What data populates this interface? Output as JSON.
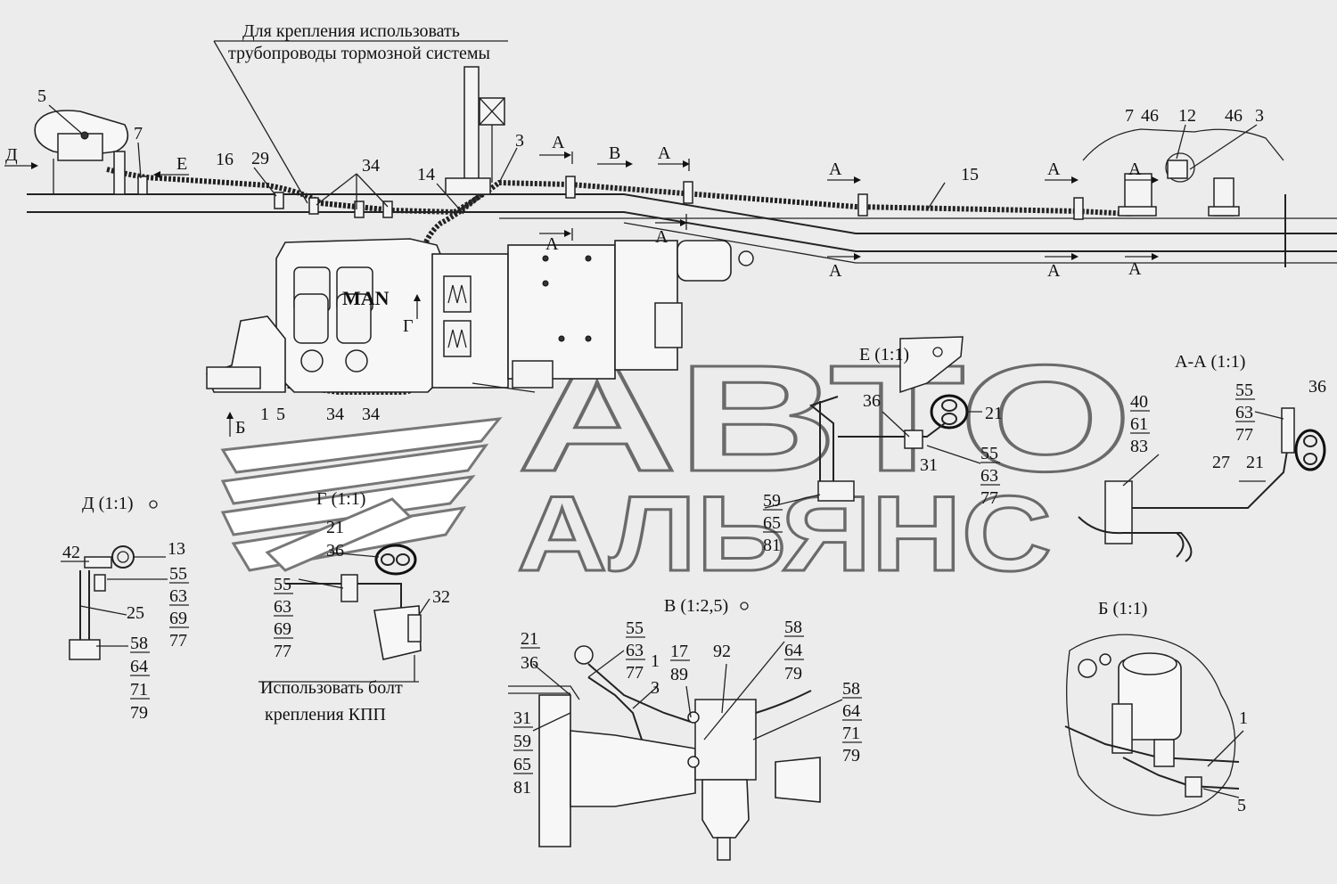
{
  "notes": {
    "fastening_line1": "Для крепления использовать",
    "fastening_line2": "трубопроводы тормозной системы",
    "bolt_line1": "Использовать болт",
    "bolt_line2": "крепления КПП",
    "engine_brand": "MAN"
  },
  "watermark": {
    "line1": "АВТО",
    "line2": "АЛЬЯНС"
  },
  "view_titles": {
    "E": "Е (1:1)",
    "AA": "А-А (1:1)",
    "D": "Д (1:1)",
    "G": "Г (1:1)",
    "V": "В (1:2,5)",
    "B": "Б (1:1)"
  },
  "section_letters": {
    "A": "А",
    "B": "Б",
    "V": "В",
    "G": "Г",
    "D": "Д",
    "E": "Е"
  },
  "callouts": {
    "n1": "1",
    "n3": "3",
    "n5": "5",
    "n7": "7",
    "n12": "12",
    "n13": "13",
    "n14": "14",
    "n15": "15",
    "n16": "16",
    "n17": "17",
    "n21": "21",
    "n25": "25",
    "n27": "27",
    "n29": "29",
    "n31": "31",
    "n32": "32",
    "n34": "34",
    "n36": "36",
    "n40": "40",
    "n42": "42",
    "n46": "46",
    "n55": "55",
    "n58": "58",
    "n59": "59",
    "n61": "61",
    "n63": "63",
    "n64": "64",
    "n65": "65",
    "n69": "69",
    "n71": "71",
    "n77": "77",
    "n79": "79",
    "n81": "81",
    "n83": "83",
    "n89": "89",
    "n92": "92"
  },
  "icons": {
    "scale_marker": "circle-marker-icon",
    "section_arrow": "section-arrow-icon"
  }
}
